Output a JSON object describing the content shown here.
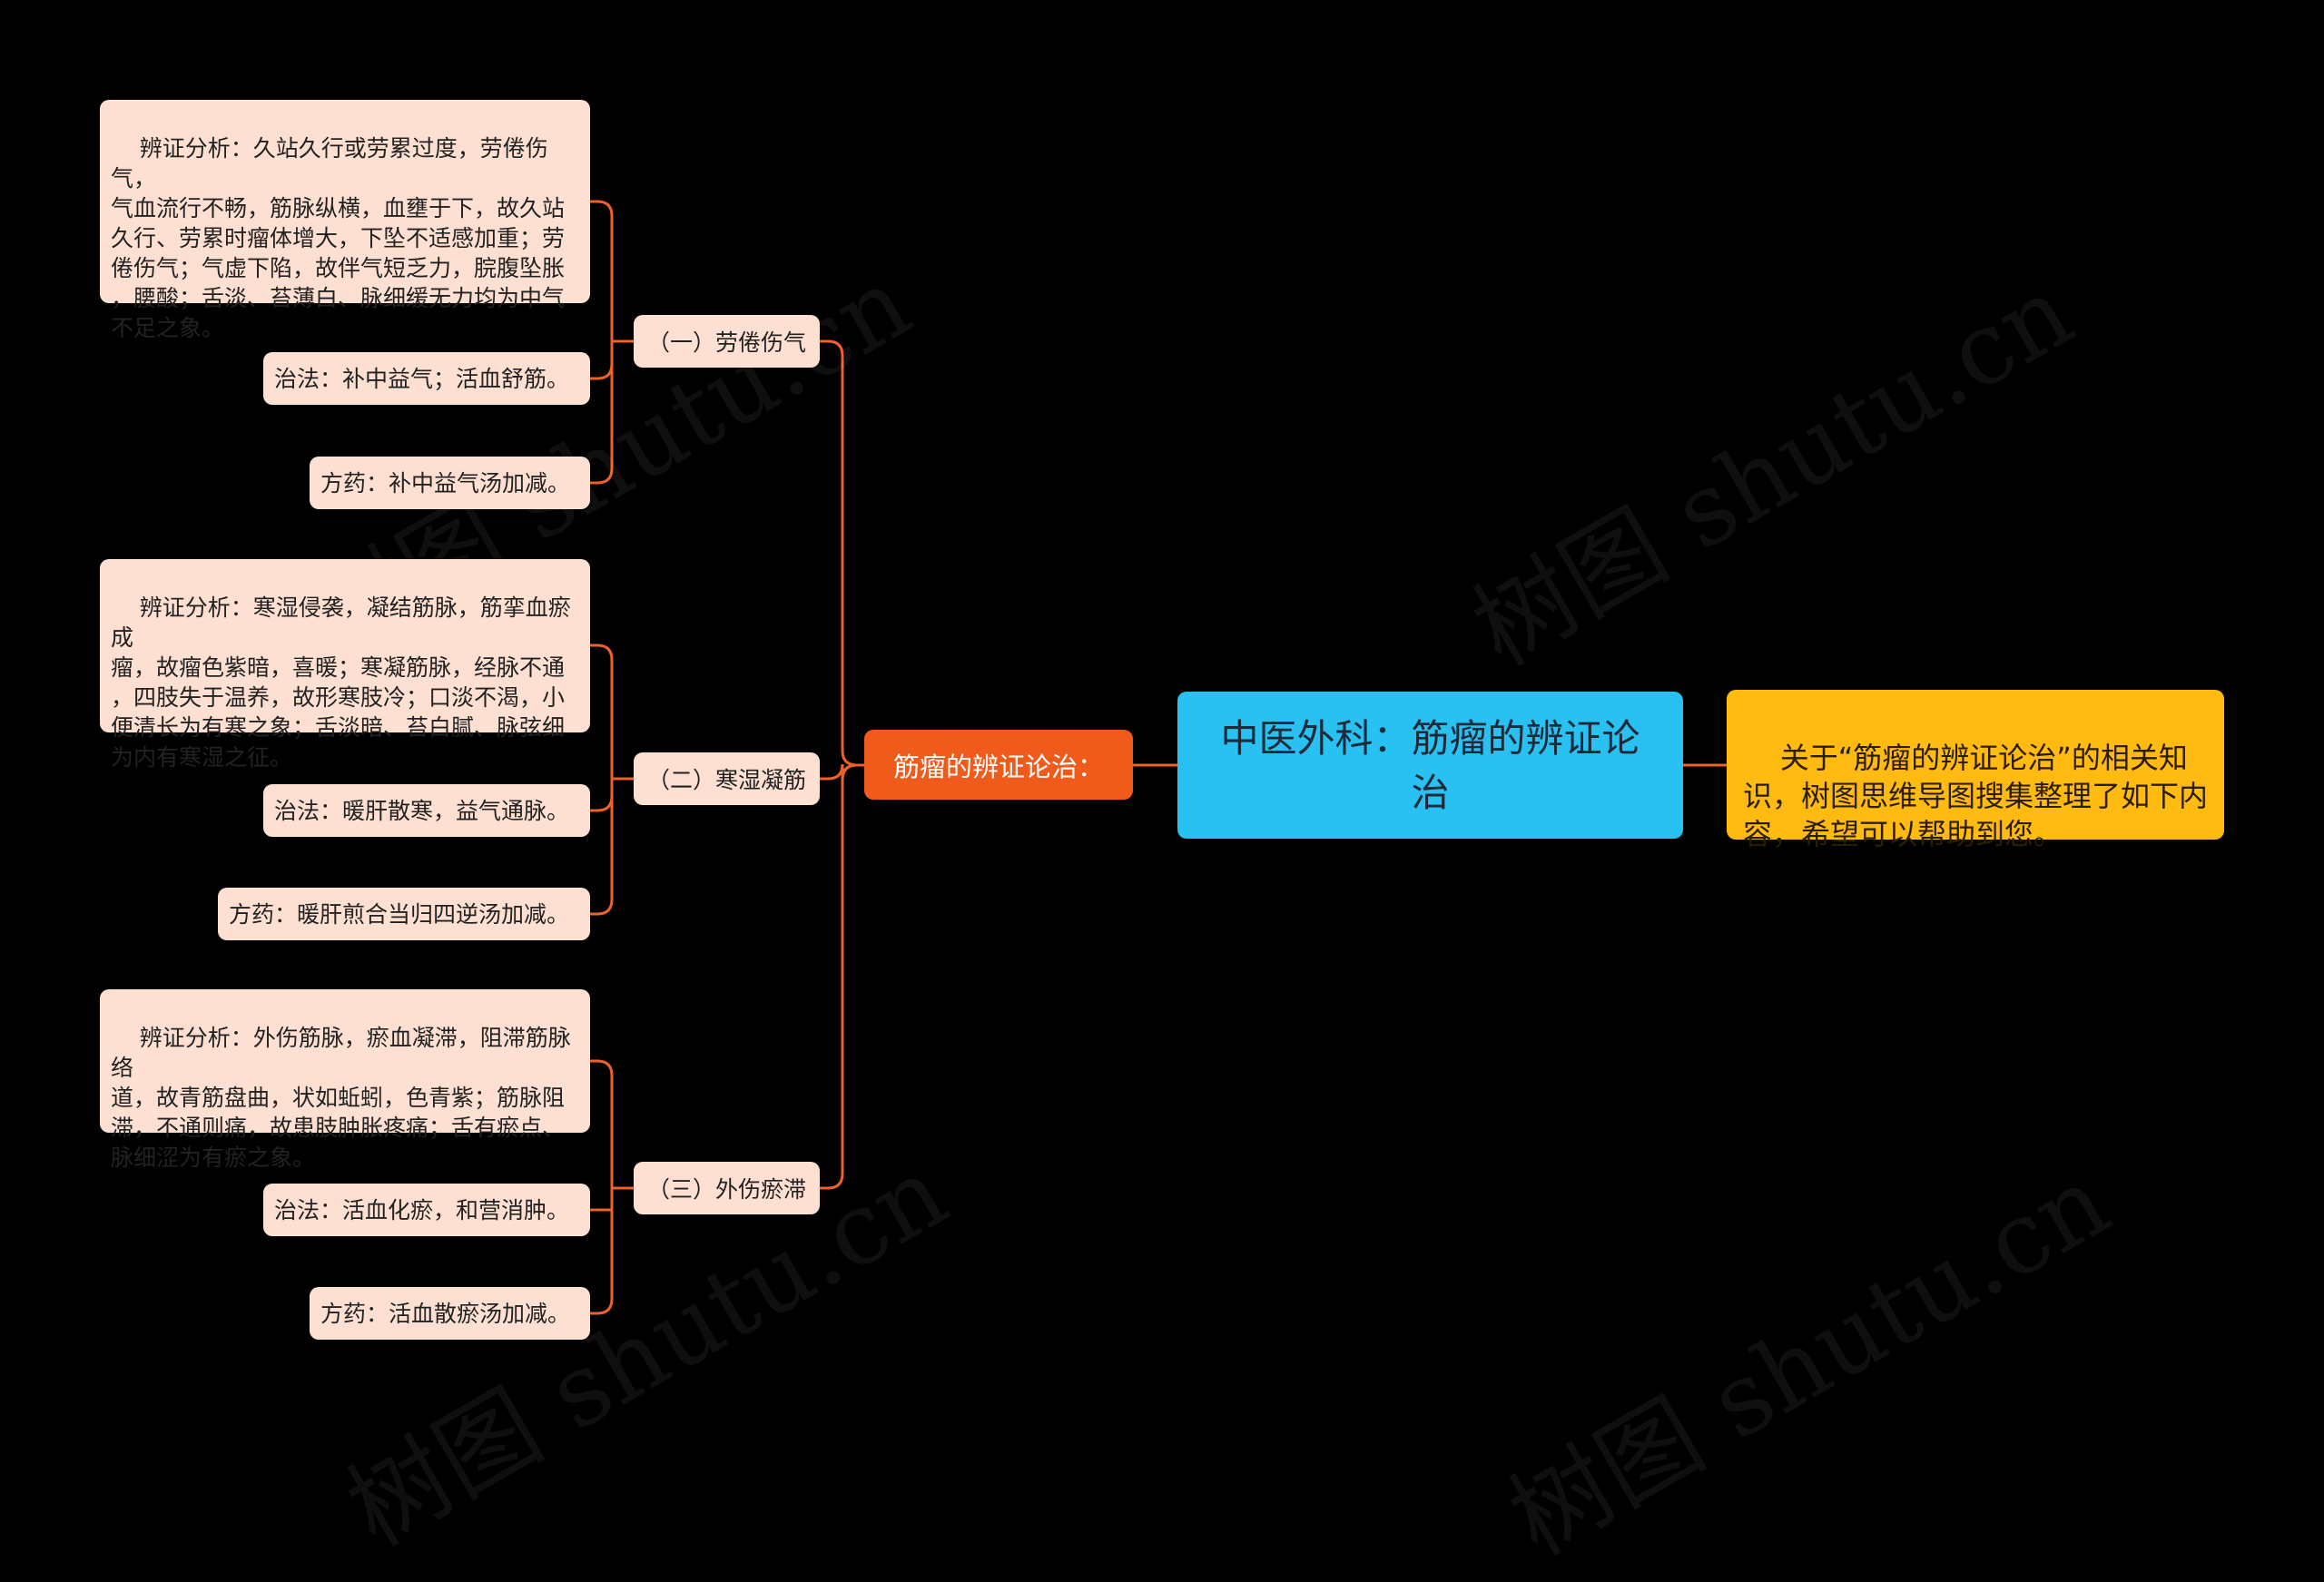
{
  "watermark": "树图 shutu.cn",
  "root": {
    "title": "中医外科：筋瘤的辨证论治"
  },
  "note": {
    "text": "关于“筋瘤的辨证论治”的相关知识，树图思维导图搜集整理了如下内容，希望可以帮助到您。"
  },
  "branch": {
    "label": "筋瘤的辨证论治："
  },
  "groups": [
    {
      "label": "（一）劳倦伤气",
      "analysis": "辨证分析：久站久行或劳累过度，劳倦伤气，\n气血流行不畅，筋脉纵横，血壅于下，故久站\n久行、劳累时瘤体增大，下坠不适感加重；劳\n倦伤气；气虚下陷，故伴气短乏力，脘腹坠胀\n，腰酸；舌淡、苔薄白、脉细缓无力均为中气\n不足之象。",
      "treatment": "治法：补中益气；活血舒筋。",
      "formula": "方药：补中益气汤加减。"
    },
    {
      "label": "（二）寒湿凝筋",
      "analysis": "辨证分析：寒湿侵袭，凝结筋脉，筋挛血瘀成\n瘤，故瘤色紫暗，喜暖；寒凝筋脉，经脉不通\n，四肢失于温养，故形寒肢冷；口淡不渴，小\n便清长为有寒之象；舌淡暗、苔白腻、脉弦细\n为内有寒湿之征。",
      "treatment": "治法：暖肝散寒，益气通脉。",
      "formula": "方药：暖肝煎合当归四逆汤加减。"
    },
    {
      "label": "（三）外伤瘀滞",
      "analysis": "辨证分析：外伤筋脉，瘀血凝滞，阻滞筋脉络\n道，故青筋盘曲，状如蚯蚓，色青紫；筋脉阻\n滞，不通则痛，故患肢肿胀疼痛；舌有瘀点、\n脉细涩为有瘀之象。",
      "treatment": "治法：活血化瘀，和营消肿。",
      "formula": "方药：活血散瘀汤加减。"
    }
  ],
  "colors": {
    "background": "#000000",
    "connector": "#f0602a",
    "leaf": "#fde0d2",
    "branch": "#f05a1a",
    "root": "#29c0f2",
    "note": "#ffbb12"
  }
}
